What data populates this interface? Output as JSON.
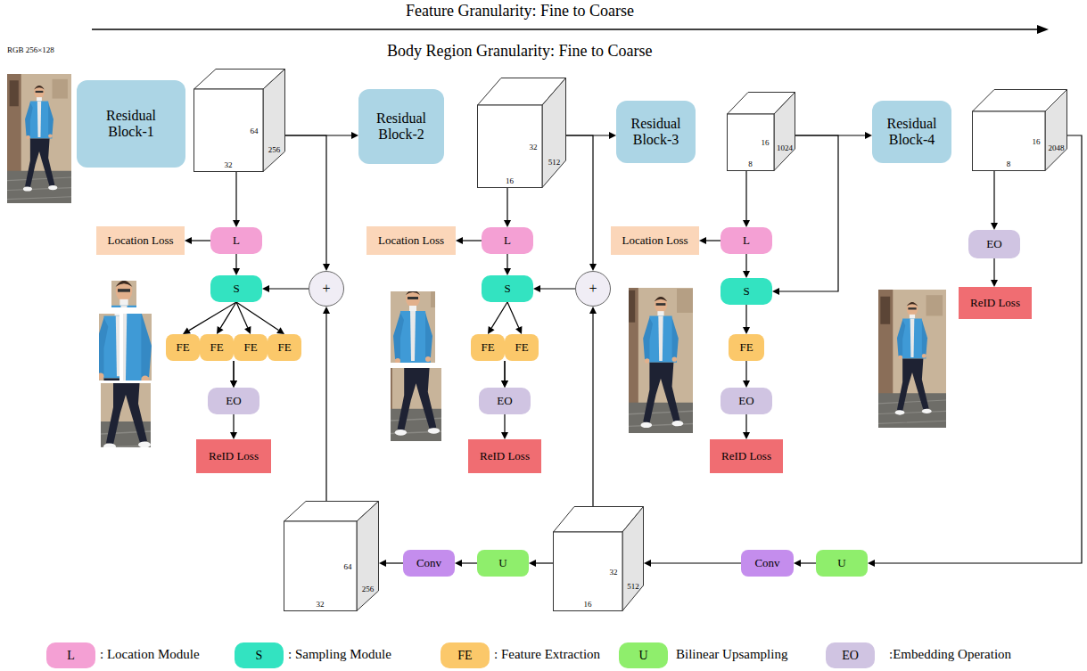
{
  "diagram": {
    "nodes": [
      {
        "text": [
          "Residual Block-1"
        ]
      },
      {
        "text": [
          "64",
          "256",
          "32"
        ]
      },
      {
        "text": [
          "Residual Block-2"
        ]
      },
      {
        "text": [
          "32",
          "512",
          "16"
        ]
      },
      {
        "text": [
          "Residual Block-3"
        ]
      },
      {
        "text": [
          "16",
          "1024",
          "8"
        ]
      },
      {
        "text": [
          "Residual Block-4"
        ]
      },
      {
        "text": [
          "16",
          "2048",
          "8"
        ]
      },
      {
        "text": [
          "Location Loss"
        ]
      },
      {
        "text": [
          "L"
        ]
      },
      {
        "text": [
          "Location Loss"
        ]
      },
      {
        "text": [
          "L"
        ]
      },
      {
        "text": [
          "Location Loss"
        ]
      },
      {
        "text": [
          "L"
        ]
      },
      {
        "text": [
          "EO"
        ]
      },
      {
        "text": [
          "+"
        ]
      },
      {
        "text": [
          "S"
        ]
      },
      {
        "text": [
          "+"
        ]
      },
      {
        "text": [
          "S"
        ]
      },
      {
        "text": [
          "S"
        ]
      },
      {
        "text": [
          "ReID Loss"
        ]
      },
      {
        "text": [
          "FE"
        ]
      },
      {
        "text": [
          "FE"
        ]
      },
      {
        "text": [
          "FE"
        ]
      },
      {
        "text": [
          "FE"
        ]
      },
      {
        "text": [
          "FE"
        ]
      },
      {
        "text": [
          "FE"
        ]
      },
      {
        "text": [
          "FE"
        ]
      },
      {
        "text": [
          "EO"
        ]
      },
      {
        "text": [
          "EO"
        ]
      },
      {
        "text": [
          "EO"
        ]
      },
      {
        "text": [
          "ReID Loss"
        ]
      },
      {
        "text": [
          "ReID Loss"
        ]
      },
      {
        "text": [
          "ReID Loss"
        ]
      },
      {
        "text": [
          "64",
          "256",
          "32"
        ]
      },
      {
        "text": [
          "Conv"
        ]
      },
      {
        "text": [
          "U"
        ]
      },
      {
        "text": [
          "32",
          "512",
          "16"
        ]
      },
      {
        "text": [
          "Conv"
        ]
      },
      {
        "text": [
          "U"
        ]
      }
    ],
    "edges": [
      {
        "from": 1,
        "to": 2,
        "arrow": "to"
      },
      {
        "from": 1,
        "to": 15,
        "arrow": "to"
      },
      {
        "from": 34,
        "to": 15,
        "arrow": "to"
      },
      {
        "from": 15,
        "to": 16,
        "arrow": "to"
      },
      {
        "from": 1,
        "to": 9,
        "arrow": "to"
      },
      {
        "from": 9,
        "to": 8,
        "arrow": "to"
      },
      {
        "from": 9,
        "to": 16,
        "arrow": "to"
      },
      {
        "from": 16,
        "to": 21,
        "arrow": "to"
      },
      {
        "from": 16,
        "to": 22,
        "arrow": "to"
      },
      {
        "from": 16,
        "to": 23,
        "arrow": "to"
      },
      {
        "from": 16,
        "to": 24,
        "arrow": "to"
      },
      {
        "from": 22,
        "to": 28,
        "arrow": "to"
      },
      {
        "from": 23,
        "to": 28,
        "arrow": "to"
      },
      {
        "from": 28,
        "to": 31,
        "arrow": "to"
      },
      {
        "from": 3,
        "to": 4,
        "arrow": "to"
      },
      {
        "from": 3,
        "to": 17,
        "arrow": "to"
      },
      {
        "from": 37,
        "to": 17,
        "arrow": "to"
      },
      {
        "from": 17,
        "to": 18,
        "arrow": "to"
      },
      {
        "from": 3,
        "to": 11,
        "arrow": "to"
      },
      {
        "from": 11,
        "to": 10,
        "arrow": "to"
      },
      {
        "from": 11,
        "to": 18,
        "arrow": "to"
      },
      {
        "from": 18,
        "to": 25,
        "arrow": "to"
      },
      {
        "from": 18,
        "to": 26,
        "arrow": "to"
      },
      {
        "from": 25,
        "to": 29,
        "arrow": "to"
      },
      {
        "from": 26,
        "to": 29,
        "arrow": "to"
      },
      {
        "from": 29,
        "to": 32,
        "arrow": "to"
      },
      {
        "from": 5,
        "to": 6,
        "arrow": "to"
      },
      {
        "from": 5,
        "to": 19,
        "arrow": "to"
      },
      {
        "from": 5,
        "to": 13,
        "arrow": "to"
      },
      {
        "from": 13,
        "to": 12,
        "arrow": "to"
      },
      {
        "from": 13,
        "to": 19,
        "arrow": "to"
      },
      {
        "from": 19,
        "to": 27,
        "arrow": "to"
      },
      {
        "from": 27,
        "to": 30,
        "arrow": "to"
      },
      {
        "from": 30,
        "to": 33,
        "arrow": "to"
      },
      {
        "from": 7,
        "to": 14,
        "arrow": "to"
      },
      {
        "from": 14,
        "to": 20,
        "arrow": "to"
      },
      {
        "from": 7,
        "to": 39,
        "arrow": "to"
      },
      {
        "from": 39,
        "to": 38,
        "arrow": "to"
      },
      {
        "from": 38,
        "to": 37,
        "arrow": "to"
      },
      {
        "from": 37,
        "to": 36,
        "arrow": "to"
      },
      {
        "from": 36,
        "to": 35,
        "arrow": "to"
      },
      {
        "from": 35,
        "to": 34,
        "arrow": "to"
      }
    ],
    "labels": [
      "Feature Granularity: Fine to Coarse",
      "Body Region Granularity: Fine to Coarse",
      "RGB 256×128",
      "L",
      "S",
      "FE",
      "U",
      "EO"
    ],
    "legend": [
      {
        "text": ": Location Module",
        "color": "#f4a0d4"
      },
      {
        "text": ": Sampling Module",
        "color": "#33e3c1"
      },
      {
        "text": ": Feature Extraction",
        "color": "#fbc86a"
      },
      {
        "text": "Bilinear Upsampling",
        "color": "#8fee6c"
      },
      {
        "text": ":Embedding Operation",
        "color": "#d0c4e2"
      }
    ]
  }
}
